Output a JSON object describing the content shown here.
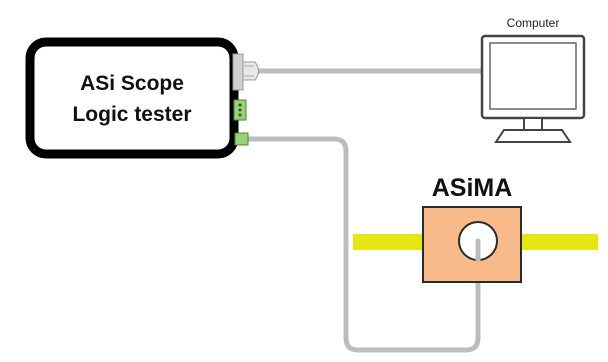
{
  "device": {
    "line1": "ASi Scope",
    "line2": "Logic tester"
  },
  "computer": {
    "label": "Computer"
  },
  "asima": {
    "label": "ASiMA"
  },
  "colors": {
    "cable": "#bcbcbc",
    "bus": "#e6e614",
    "asima_box": "#f8b98b",
    "device_frame": "#000000",
    "connector_green": "#9bd07a"
  }
}
